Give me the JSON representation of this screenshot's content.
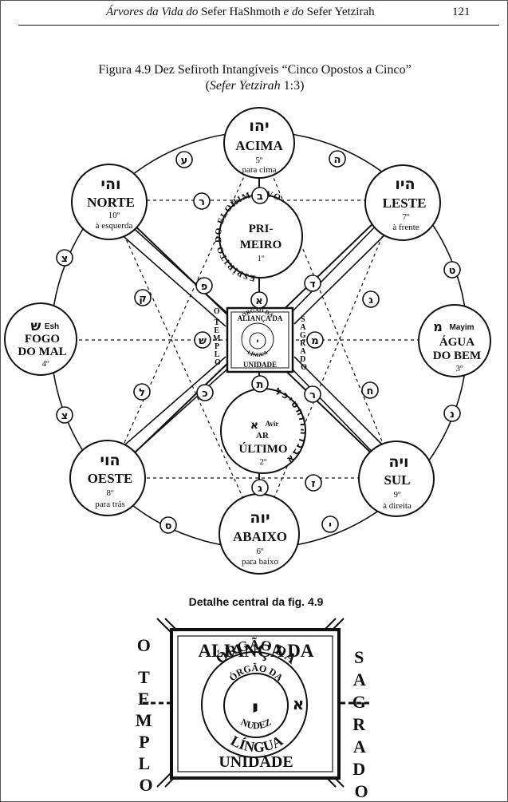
{
  "header": {
    "title_part1": "Árvores da Vida do",
    "title_part2": "Sefer HaShmoth",
    "title_part3": "e do",
    "title_part4": "Sefer Yetzirah",
    "page_number": "121"
  },
  "figure": {
    "caption_line1": "Figura 4.9  Dez Sefiroth Intangíveis “Cinco Opostos a Cinco”",
    "caption_line2_book": "Sefer Yetzirah",
    "caption_line2_ref": " 1:3"
  },
  "nodes": {
    "acima": {
      "hebrew": "יהו",
      "name": "ACIMA",
      "number": "5º",
      "direction": "para cima"
    },
    "norte": {
      "hebrew": "והי",
      "name": "NORTE",
      "number": "10º",
      "direction": "à esquerda"
    },
    "leste": {
      "hebrew": "היו",
      "name": "LESTE",
      "number": "7º",
      "direction": "à frente"
    },
    "fogo": {
      "hebrew": "ש",
      "latin": "Esh",
      "name1": "FOGO",
      "name2": "DO MAL",
      "number": "4º"
    },
    "agua": {
      "hebrew": "מ",
      "latin": "Mayim",
      "name1": "ÁGUA",
      "name2": "DO BEM",
      "number": "3º"
    },
    "oeste": {
      "hebrew": "הוי",
      "name": "OESTE",
      "number": "8º",
      "direction": "para trás"
    },
    "sul": {
      "hebrew": "ויה",
      "name": "SUL",
      "number": "9º",
      "direction": "à direita"
    },
    "abaixo": {
      "hebrew": "יוה",
      "name": "ABAIXO",
      "number": "6º",
      "direction": "para baixo"
    }
  },
  "spirit": {
    "arc_text": "ESPÍRITO DO ELOHIM VIVO",
    "name1": "PRI-",
    "name2": "MEIRO",
    "number": "1º"
  },
  "air": {
    "arc_text": "אבגדהוזחטיכל",
    "hebrew": "א",
    "latin": "Avir",
    "word": "AR",
    "name": "ÚLTIMO",
    "number": "2º"
  },
  "center": {
    "top_line1": "ALIANÇA DA",
    "inner1": "ÓRGÃO DA",
    "inner2": "LÍNGUA",
    "bottom": "UNIDADE",
    "left_vertical": "O TEMPLO",
    "right_vertical": "SAGRADO"
  },
  "letters": {
    "top_right_outer": "ה",
    "top_left_outer": "ע",
    "left_upper_outer": "צ",
    "left_lower_outer": "צ",
    "right_upper_outer": "ט",
    "right_lower_outer": "נ",
    "bottom_left_outer": "ס",
    "bottom_right_outer": "י",
    "norte_leste_line": "ר",
    "acima_node": "ב",
    "inner_upper_left": "פ",
    "inner_upper_right": "ד",
    "hex_left_upper": "ק",
    "hex_right_upper": "ג",
    "hex_left_lower": "ל",
    "hex_right_lower": "ח",
    "center_top": "א",
    "center_left": "ש",
    "center_right": "מ",
    "center_bottom": "ת",
    "inner_lower_left": "כ",
    "inner_lower_right": "ר",
    "abaixo_node": "ג",
    "oeste_sul_line": "ז"
  },
  "detail": {
    "title": "Detalhe central da fig. 4.9",
    "top": "ALIANÇA DA",
    "outer_ring": "ÓRGÃO DA",
    "outer_aleph": "א",
    "bottom_ring": "LÍNGUA",
    "inner_ring": "ÓRGÃO DA",
    "inner_bottom": "NUDEZ",
    "center_hebrew": "י",
    "bottom": "UNIDADE",
    "left_vertical": "O TEMPLO",
    "right_vertical": "SAGRADO"
  }
}
